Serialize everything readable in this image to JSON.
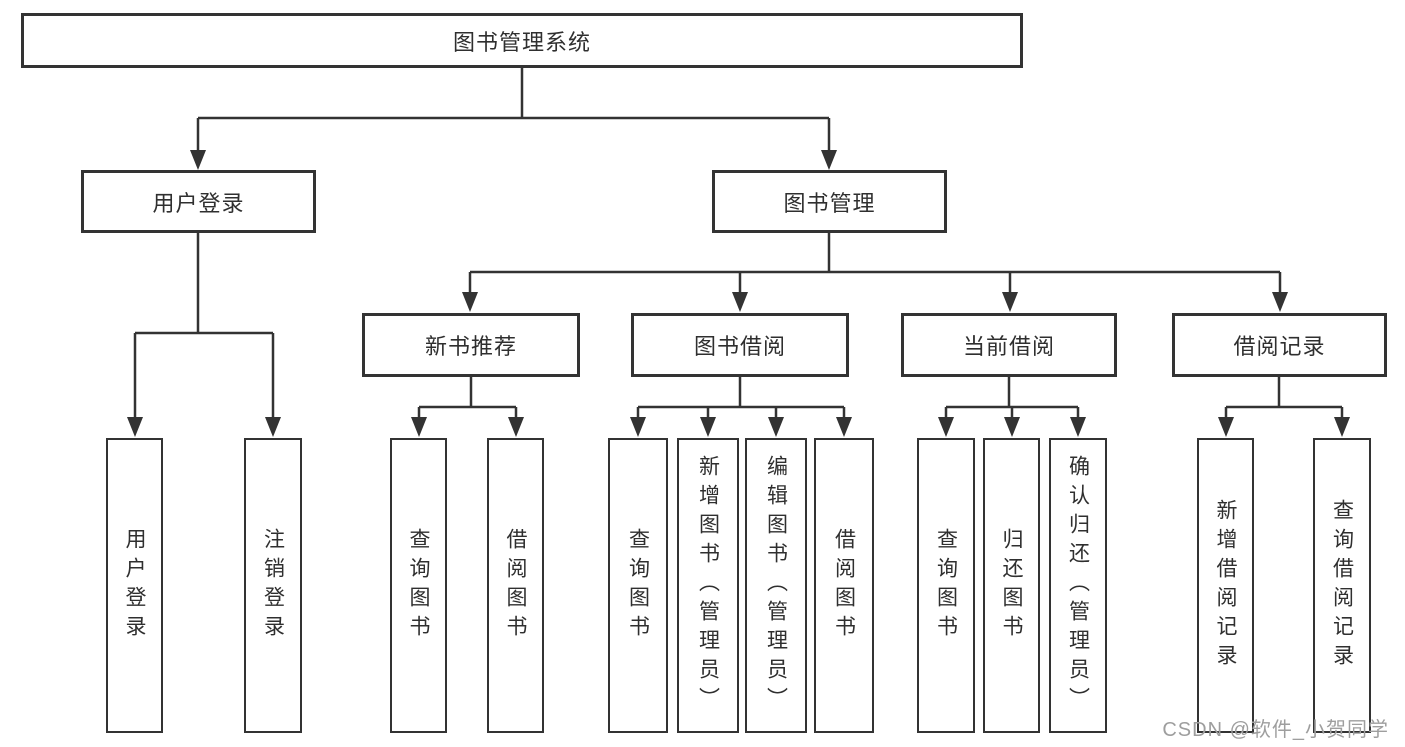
{
  "diagram": {
    "root": {
      "label": "图书管理系统"
    },
    "level2": [
      {
        "id": "user-login",
        "label": "用户登录"
      },
      {
        "id": "book-management",
        "label": "图书管理"
      }
    ],
    "level3": [
      {
        "id": "new-book-recommend",
        "parent": "图书管理",
        "label": "新书推荐"
      },
      {
        "id": "book-borrow",
        "parent": "图书管理",
        "label": "图书借阅"
      },
      {
        "id": "current-borrow",
        "parent": "图书管理",
        "label": "当前借阅"
      },
      {
        "id": "borrow-records",
        "parent": "图书管理",
        "label": "借阅记录"
      }
    ],
    "leaves": [
      {
        "parent": "用户登录",
        "label": "用户登录"
      },
      {
        "parent": "用户登录",
        "label": "注销登录"
      },
      {
        "parent": "新书推荐",
        "label": "查询图书"
      },
      {
        "parent": "新书推荐",
        "label": "借阅图书"
      },
      {
        "parent": "图书借阅",
        "label": "查询图书"
      },
      {
        "parent": "图书借阅",
        "label": "新增图书（管理员）"
      },
      {
        "parent": "图书借阅",
        "label": "编辑图书（管理员）"
      },
      {
        "parent": "图书借阅",
        "label": "借阅图书"
      },
      {
        "parent": "当前借阅",
        "label": "查询图书"
      },
      {
        "parent": "当前借阅",
        "label": "归还图书"
      },
      {
        "parent": "当前借阅",
        "label": "确认归还（管理员）"
      },
      {
        "parent": "借阅记录",
        "label": "新增借阅记录"
      },
      {
        "parent": "借阅记录",
        "label": "查询借阅记录"
      }
    ],
    "watermark": "CSDN @软件_小贺同学",
    "colors": {
      "line": "#333333",
      "text": "#2f2f2f",
      "watermark": "#9e9e9e",
      "background": "#ffffff"
    }
  }
}
